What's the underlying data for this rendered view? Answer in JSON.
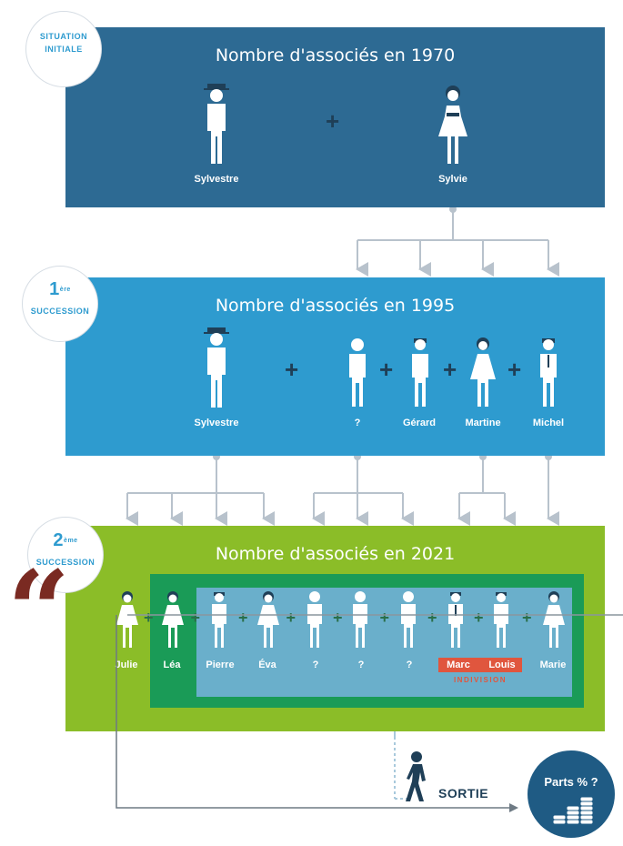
{
  "sections": {
    "s1": {
      "badge_l1": "SITUATION",
      "badge_l2": "INITIALE",
      "title": "Nombre d'associés en 1970",
      "names": [
        "Sylvestre",
        "Sylvie"
      ]
    },
    "s2": {
      "badge_num": "1",
      "badge_sup": "ère",
      "badge_l2": "SUCCESSION",
      "title": "Nombre d'associés en 1995",
      "names": [
        "Sylvestre",
        "?",
        "Gérard",
        "Martine",
        "Michel"
      ]
    },
    "s3": {
      "badge_num": "2",
      "badge_sup": "ème",
      "badge_l2": "SUCCESSION",
      "title": "Nombre d'associés en 2021",
      "names": [
        "Julie",
        "Léa",
        "Pierre",
        "Éva",
        "?",
        "?",
        "?",
        "Marc",
        "Louis",
        "Marie"
      ],
      "indivision": "INDIVISION"
    }
  },
  "plus_sign": "+",
  "exit": {
    "label": "SORTIE",
    "icon": "walking-person-icon"
  },
  "parts": {
    "label": "Parts % ?",
    "icon": "coin-stacks-icon"
  },
  "quote_mark": "“",
  "colors": {
    "dark_blue": "#2d6a93",
    "mid_blue": "#2e9bcf",
    "green": "#8bbd28",
    "dark_green": "#1a9b57",
    "teal": "#6aafcb",
    "red": "#e0563e",
    "quote": "#7a2a22"
  }
}
